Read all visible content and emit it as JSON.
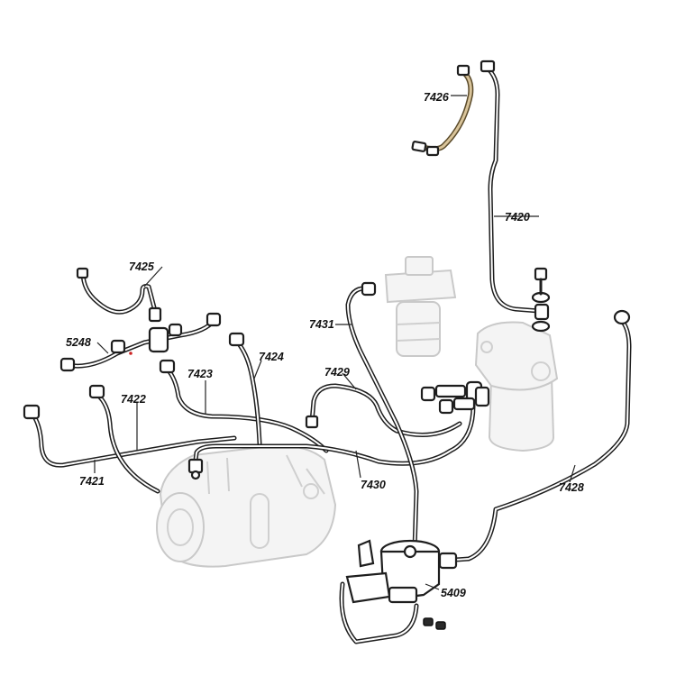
{
  "parts": [
    {
      "id": "p7420",
      "number": "7420"
    },
    {
      "id": "p7421",
      "number": "7421"
    },
    {
      "id": "p7422",
      "number": "7422"
    },
    {
      "id": "p7423",
      "number": "7423"
    },
    {
      "id": "p7424",
      "number": "7424"
    },
    {
      "id": "p7425",
      "number": "7425"
    },
    {
      "id": "p7426",
      "number": "7426"
    },
    {
      "id": "p7428",
      "number": "7428"
    },
    {
      "id": "p7429",
      "number": "7429"
    },
    {
      "id": "p7430",
      "number": "7430"
    },
    {
      "id": "p7431",
      "number": "7431"
    },
    {
      "id": "p5248",
      "number": "5248"
    },
    {
      "id": "p5409",
      "number": "5409"
    }
  ],
  "colors": {
    "pipe": "#1e1e1e",
    "ghost": "#c9c9c9",
    "copper_pipe": "#d9c49a",
    "label": "#111111"
  }
}
